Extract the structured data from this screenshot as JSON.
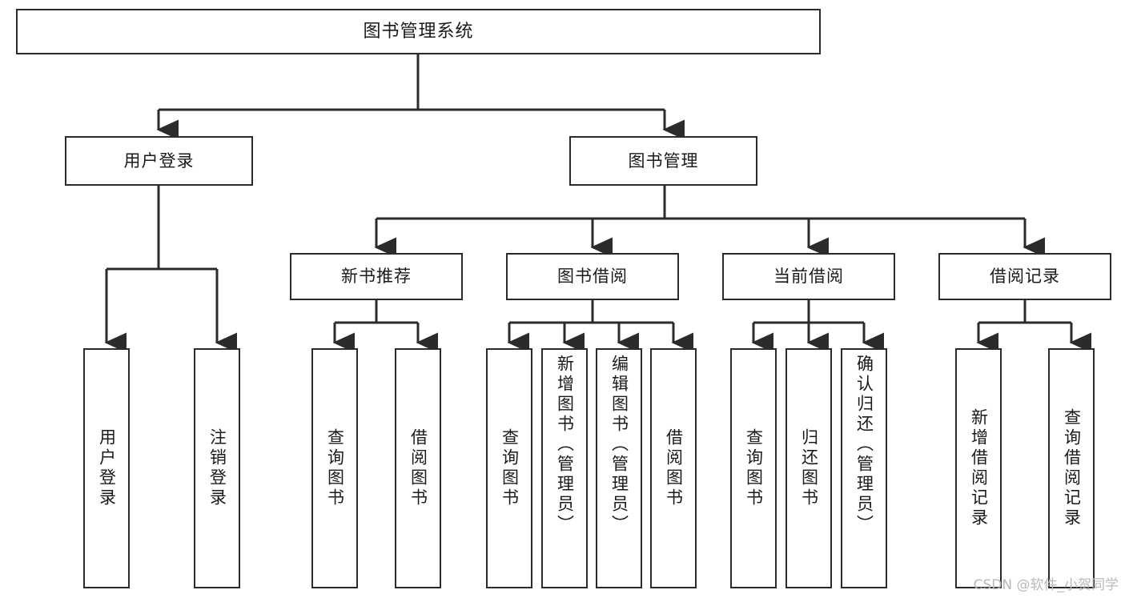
{
  "diagram": {
    "title": "图书管理系统",
    "watermark": "CSDN @软件_小贺同学",
    "stroke_color": "#2b2b2b",
    "background_color": "#ffffff",
    "text_color": "#1a1a1a",
    "watermark_color": "#b9b9b9"
  },
  "nodes": {
    "root": {
      "label": "图书管理系统",
      "level": 1
    },
    "l2": [
      {
        "id": "user-login",
        "label": "用户登录",
        "level": 2
      },
      {
        "id": "book-manage",
        "label": "图书管理",
        "level": 2
      }
    ],
    "l3": [
      {
        "id": "new-book-recommend",
        "label": "新书推荐",
        "level": 3
      },
      {
        "id": "book-borrow",
        "label": "图书借阅",
        "level": 3
      },
      {
        "id": "current-borrow",
        "label": "当前借阅",
        "level": 3
      },
      {
        "id": "borrow-record",
        "label": "借阅记录",
        "level": 3
      }
    ],
    "leaves": [
      {
        "id": "leaf-user-login",
        "label": "用户登录",
        "parent": "user-login"
      },
      {
        "id": "leaf-logout",
        "label": "注销登录",
        "parent": "user-login"
      },
      {
        "id": "leaf-query-book-1",
        "label": "查询图书",
        "parent": "new-book-recommend"
      },
      {
        "id": "leaf-borrow-book-1",
        "label": "借阅图书",
        "parent": "new-book-recommend"
      },
      {
        "id": "leaf-query-book-2",
        "label": "查询图书",
        "parent": "book-borrow"
      },
      {
        "id": "leaf-add-book",
        "label": "新增图书（管理员）",
        "parent": "book-borrow"
      },
      {
        "id": "leaf-edit-book",
        "label": "编辑图书（管理员）",
        "parent": "book-borrow"
      },
      {
        "id": "leaf-borrow-book-2",
        "label": "借阅图书",
        "parent": "book-borrow"
      },
      {
        "id": "leaf-query-book-3",
        "label": "查询图书",
        "parent": "current-borrow"
      },
      {
        "id": "leaf-return-book",
        "label": "归还图书",
        "parent": "current-borrow"
      },
      {
        "id": "leaf-confirm-return",
        "label": "确认归还（管理员）",
        "parent": "current-borrow"
      },
      {
        "id": "leaf-add-record",
        "label": "新增借阅记录",
        "parent": "borrow-record"
      },
      {
        "id": "leaf-query-record",
        "label": "查询借阅记录",
        "parent": "borrow-record"
      }
    ]
  }
}
